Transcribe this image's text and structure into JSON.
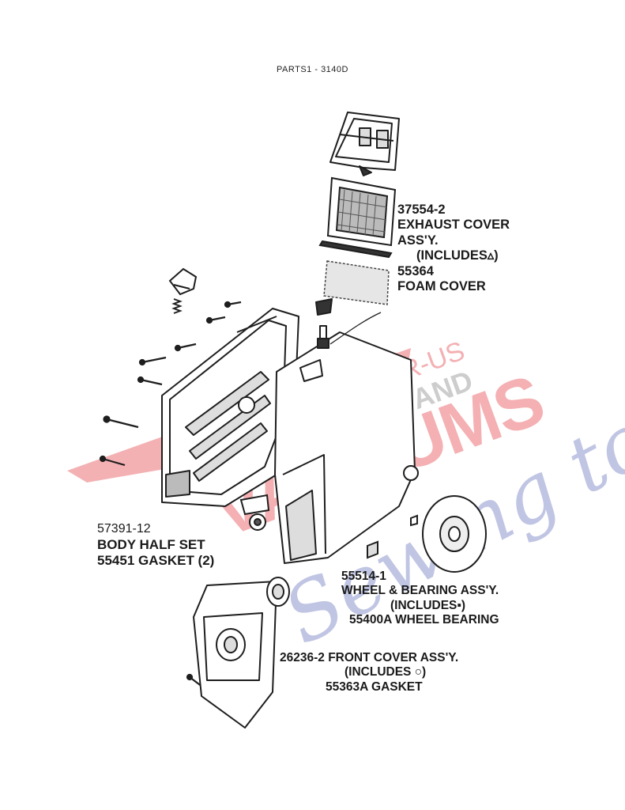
{
  "header": {
    "title": "PARTS1  - 3140D"
  },
  "callouts": {
    "exhaust": {
      "part": "37554-2",
      "name": "EXHAUST COVER",
      "name2": "ASS'Y.",
      "includes": "(INCLUDES▵)",
      "sub_part": "55364",
      "sub_name": "FOAM COVER"
    },
    "body": {
      "part": "57391-12",
      "name": "BODY HALF SET",
      "gasket": "55451 GASKET (2)"
    },
    "wheel": {
      "part": "55514-1",
      "name": "WHEEL & BEARING ASS'Y.",
      "includes": "(INCLUDES▪)",
      "sub": "55400A  WHEEL BEARING"
    },
    "front": {
      "line1": "26236-2 FRONT COVER ASS'Y.",
      "includes": "(INCLUDES ○)",
      "sub": "55363A GASKET"
    }
  },
  "watermark": {
    "brand": "VACUUMS",
    "r_us": "R-US",
    "and": "AND",
    "sewing": "Sewing too"
  },
  "colors": {
    "line": "#1e1e1e",
    "wm_red": "#e5484d",
    "wm_blue": "#4f5bb0",
    "wm_gray": "#8a8a8a"
  }
}
